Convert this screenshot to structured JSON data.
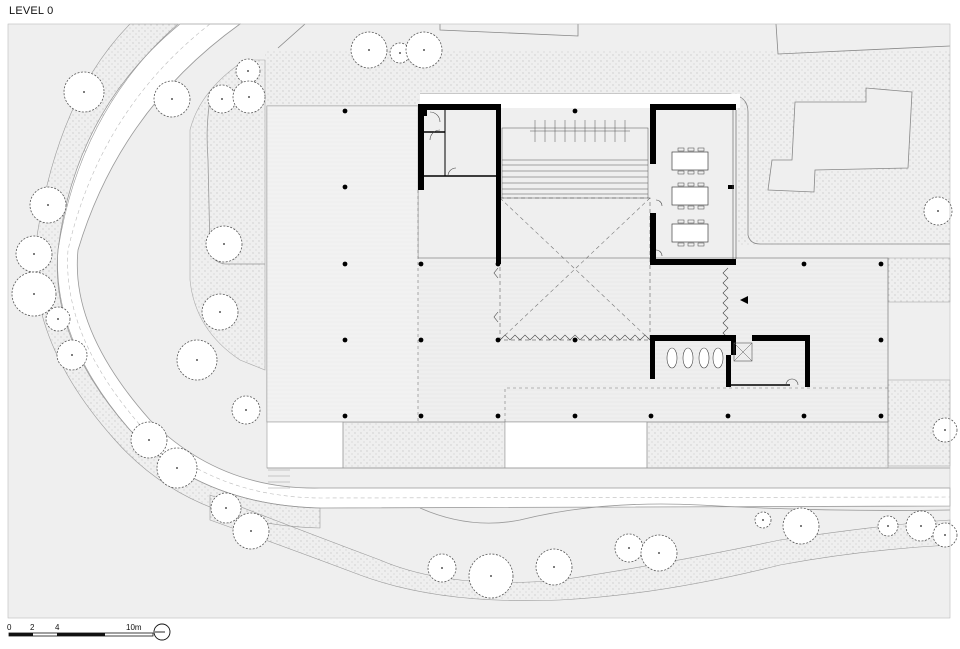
{
  "drawing": {
    "title": "LEVEL 0"
  },
  "scale_bar": {
    "labels": [
      "0",
      "2",
      "4",
      "10m"
    ]
  },
  "icons": {
    "north_arrow": "north-arrow-icon",
    "entrance_marker": "entrance-triangle-icon",
    "tree": "tree-canopy-icon"
  },
  "colors": {
    "site_background": "#efefef",
    "walls": "#000000",
    "lines": "#555555"
  }
}
